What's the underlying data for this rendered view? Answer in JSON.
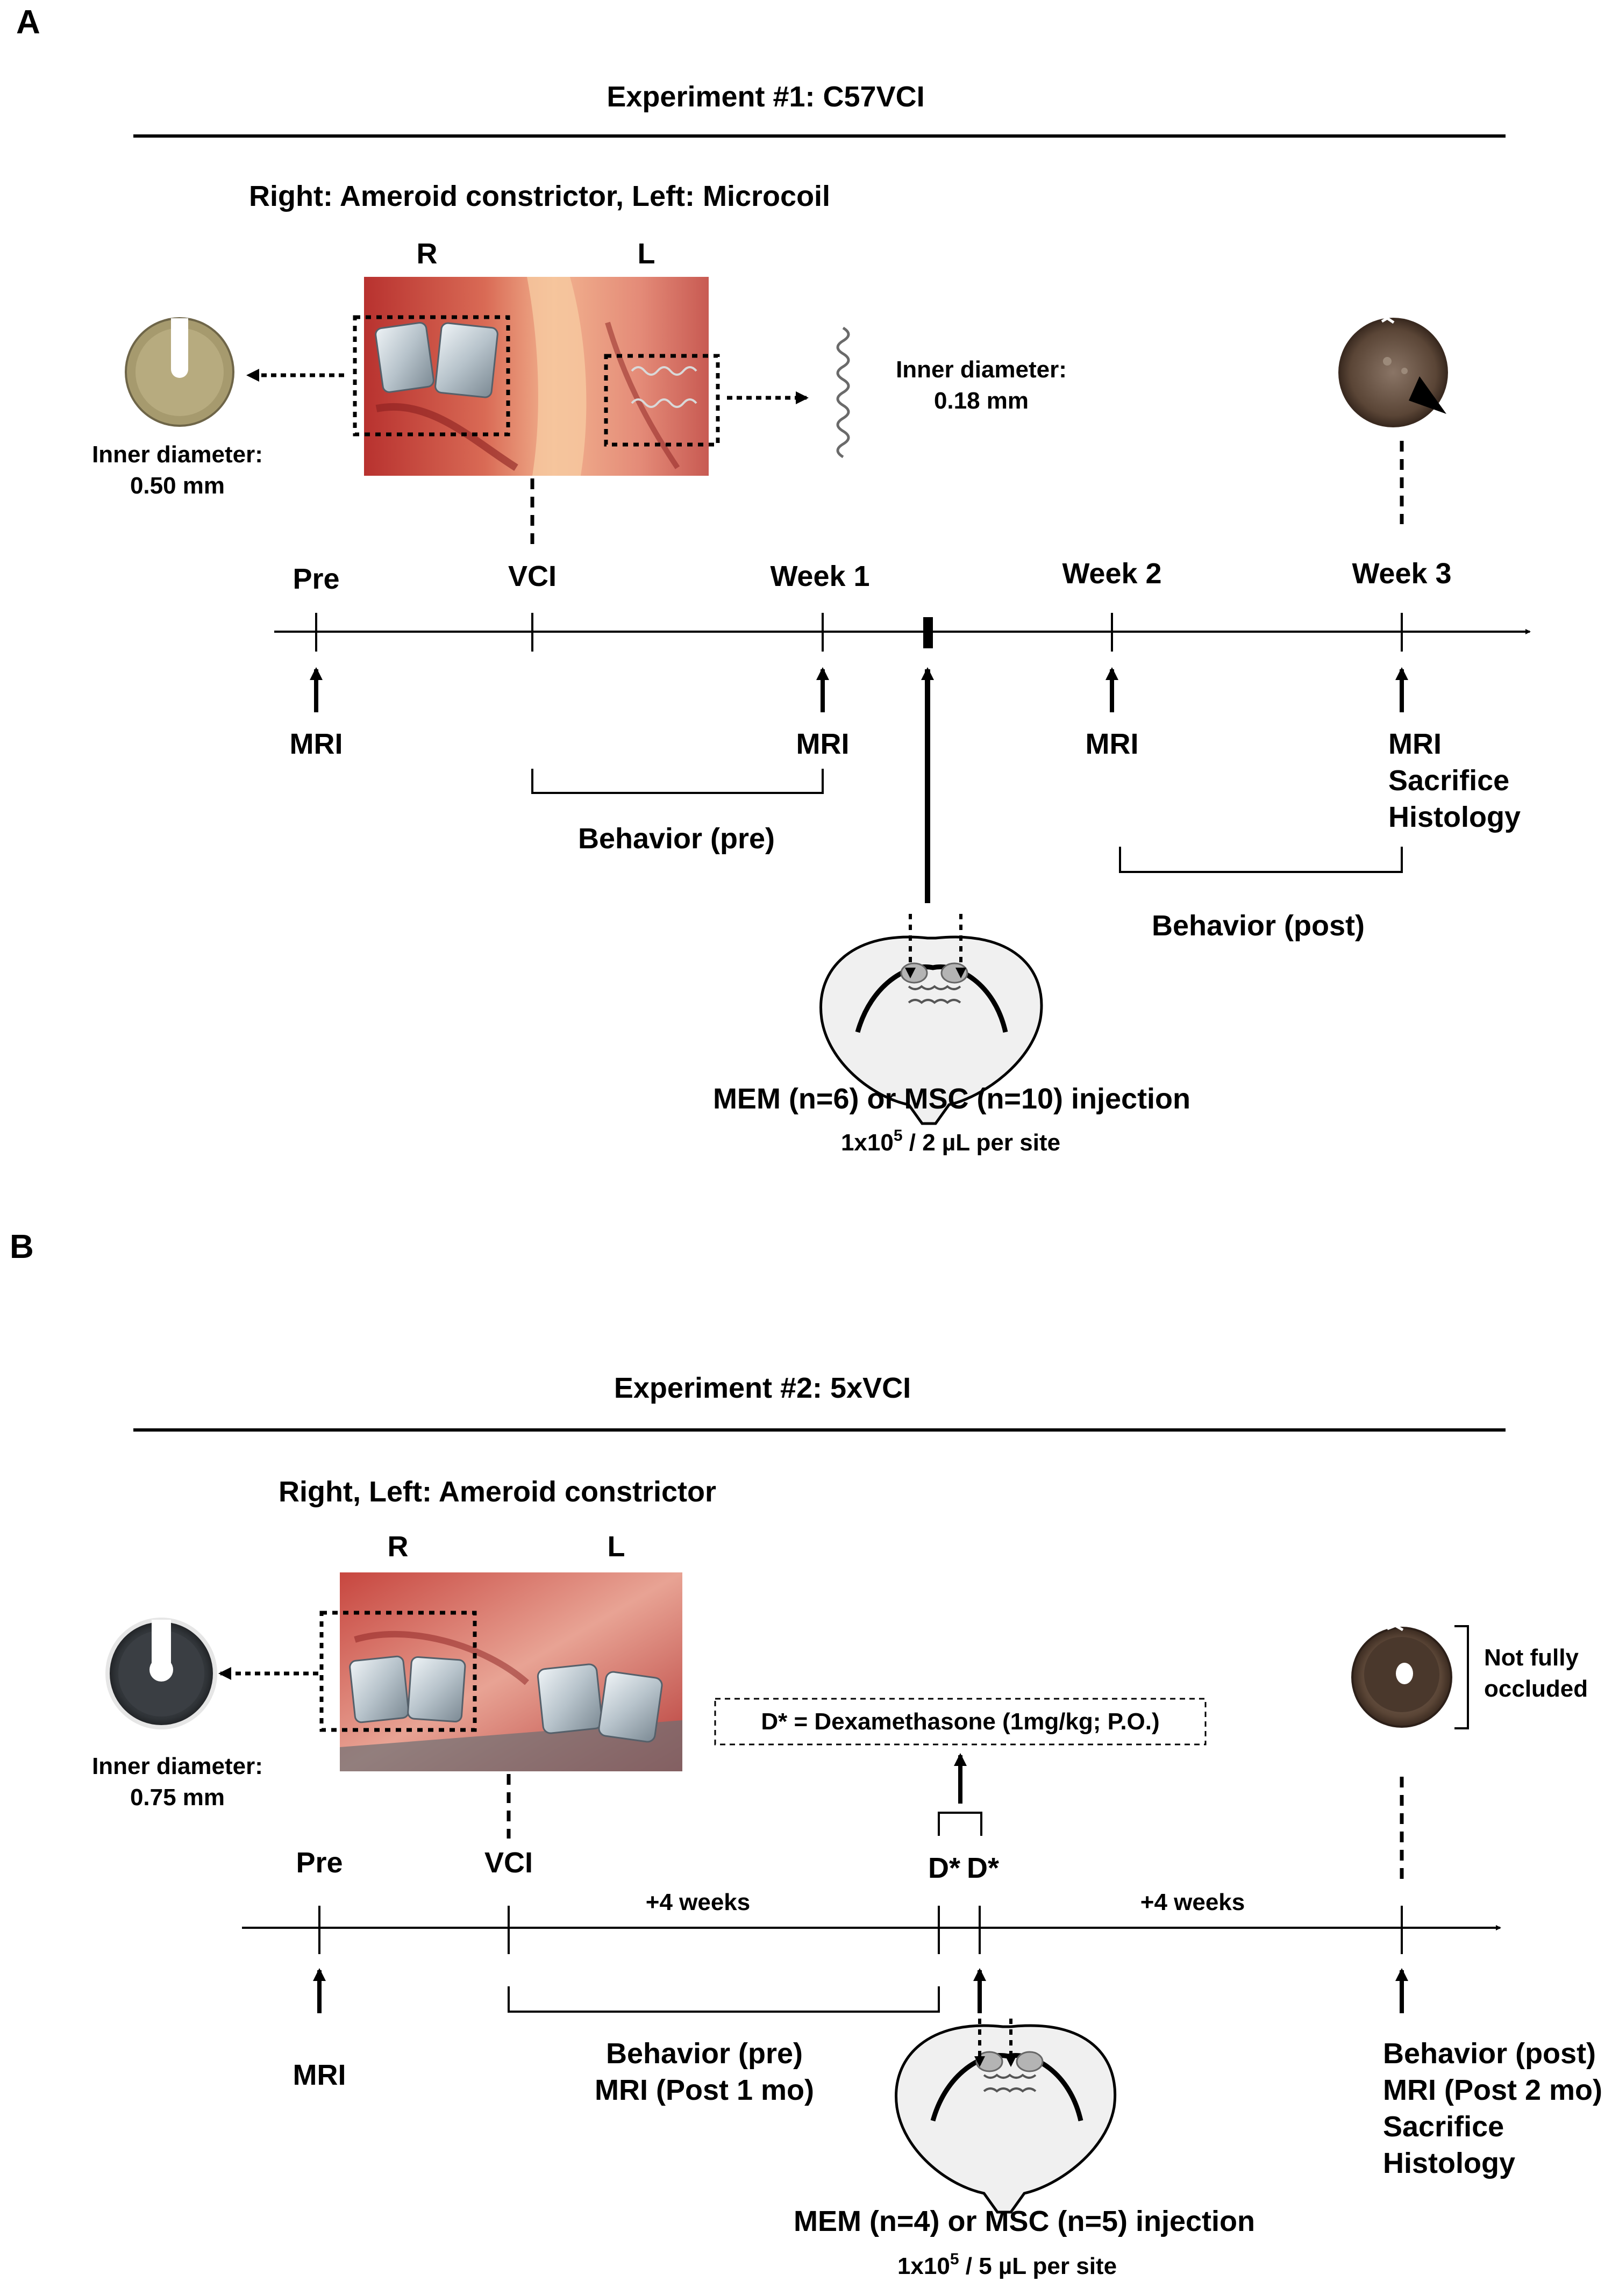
{
  "panel_a": {
    "letter": "A",
    "title": "Experiment #1: C57VCI",
    "photo_caption": "Right: Ameroid constrictor, Left: Microcoil",
    "photo_labels": {
      "right": "R",
      "left": "L"
    },
    "ameroid_note": {
      "line1": "Inner diameter:",
      "line2": "0.50 mm"
    },
    "microcoil_note": {
      "line1": "Inner diameter:",
      "line2": "0.18 mm"
    },
    "timepoints": [
      "Pre",
      "VCI",
      "Week 1",
      "Week 2",
      "Week 3"
    ],
    "events": {
      "pre": "MRI",
      "week1": "MRI",
      "week2": "MRI",
      "week3": [
        "MRI",
        "Sacrifice",
        "Histology"
      ]
    },
    "behavior_pre": "Behavior (pre)",
    "behavior_post": "Behavior (post)",
    "injection": {
      "line1": "MEM (n=6) or MSC (n=10) injection",
      "dose_prefix": "1x10",
      "dose_exp": "5",
      "dose_suffix": " / 2 µL per site"
    }
  },
  "panel_b": {
    "letter": "B",
    "title": "Experiment #2: 5xVCI",
    "photo_caption": "Right, Left: Ameroid constrictor",
    "photo_labels": {
      "right": "R",
      "left": "L"
    },
    "ameroid_note": {
      "line1": "Inner diameter:",
      "line2": "0.75 mm"
    },
    "occlusion_note": {
      "line1": "Not fully",
      "line2": "occluded"
    },
    "dex_box": "D* = Dexamethasone (1mg/kg; P.O.)",
    "dex_marks": [
      "D*",
      "D*"
    ],
    "timepoints": [
      "Pre",
      "VCI"
    ],
    "intervals": [
      "+4 weeks",
      "+4 weeks"
    ],
    "events": {
      "pre": "MRI",
      "end": [
        "Behavior (post)",
        "MRI (Post 2 mo)",
        "Sacrifice",
        "Histology"
      ]
    },
    "behavior_pre": [
      "Behavior (pre)",
      "MRI (Post 1 mo)"
    ],
    "injection": {
      "line1": "MEM (n=4) or MSC (n=5) injection",
      "dose_prefix": "1x10",
      "dose_exp": "5",
      "dose_suffix": " / 5 µL per site"
    }
  },
  "colors": {
    "tissue": "#c0403a",
    "tissue_light": "#e9a88f",
    "metal": "#c9d2d8",
    "ameroid_tan": "#a89a6d",
    "ameroid_dark": "#3b3f44",
    "ameroid_brown": "#5e4a3c",
    "brain_fill": "#f0f0f0"
  },
  "icons": {
    "arrow": "up-arrow-icon",
    "brain": "coronal-brain-section-icon",
    "coil": "microcoil-icon",
    "ring": "ameroid-ring-icon"
  }
}
